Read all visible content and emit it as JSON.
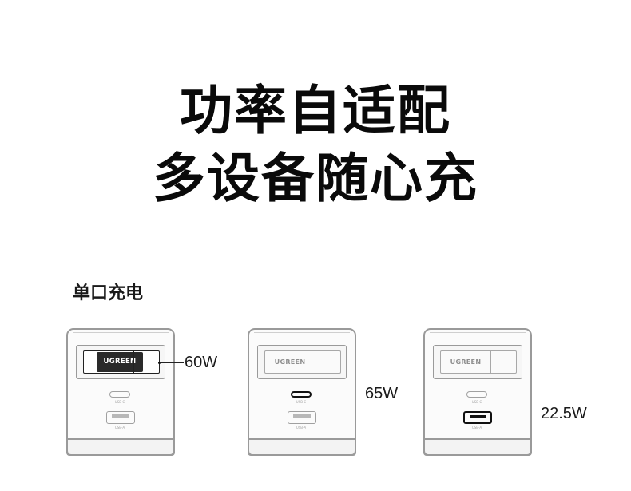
{
  "headline": {
    "line1": "功率自适配",
    "line2": "多设备随心充"
  },
  "section": {
    "title": "单口充电"
  },
  "devices": [
    {
      "brand": "UGREEN",
      "usbc_label": "USB-C",
      "usba_label": "USB-A",
      "active_port": "plug",
      "power": "60W"
    },
    {
      "brand": "UGREEN",
      "usbc_label": "USB-C",
      "usba_label": "USB-A",
      "active_port": "usb-c",
      "power": "65W"
    },
    {
      "brand": "UGREEN",
      "usbc_label": "USB-C",
      "usba_label": "USB-A",
      "active_port": "usb-a",
      "power": "22.5W"
    }
  ]
}
